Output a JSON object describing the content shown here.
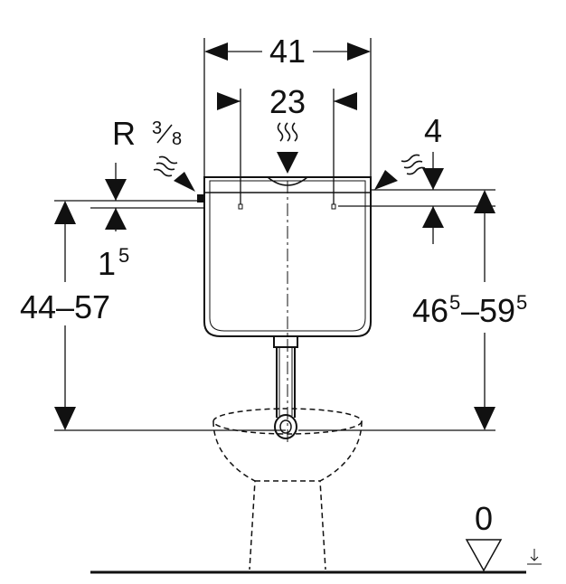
{
  "dimensions": {
    "top_width": "41",
    "inlet_spacing": "23",
    "thread_label": "R",
    "thread_frac_num": "3",
    "thread_frac_den": "8",
    "side_offset": "4",
    "small_offset_main": "1",
    "small_offset_sup": "5",
    "left_height": "44–57",
    "right_height_a": "46",
    "right_height_a_sup": "5",
    "right_height_sep": "–",
    "right_height_b": "59",
    "right_height_b_sup": "5",
    "floor_level": "0"
  }
}
